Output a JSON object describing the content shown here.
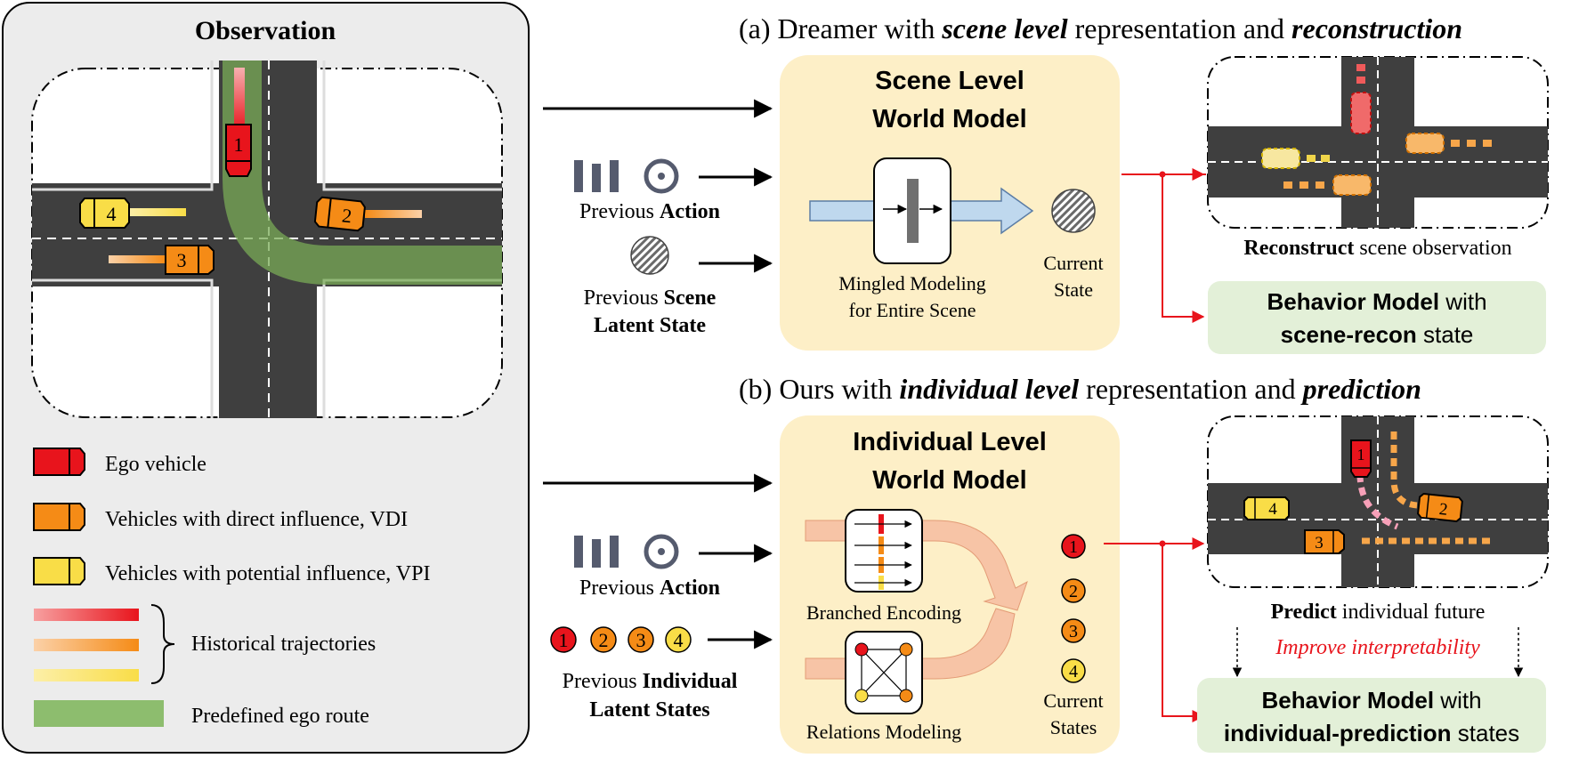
{
  "observation": {
    "title": "Observation",
    "vehicle_numbers": [
      "1",
      "2",
      "3",
      "4"
    ],
    "legend": {
      "ego": "Ego vehicle",
      "vdi": "Vehicles with direct influence, VDI",
      "vpi": "Vehicles with potential influence, VPI",
      "historical": "Historical trajectories",
      "route": "Predefined ego route"
    }
  },
  "colors": {
    "ego": "#e8141c",
    "vdi": "#f58b16",
    "vpi": "#f9dd47",
    "route": "#8dbd6e",
    "panel_bg": "#ececec",
    "model_box": "#fdefc7",
    "behavior_box": "#e3f0d8",
    "road": "#3f3f3f"
  },
  "section_a": {
    "heading_prefix": "(a) Dreamer with ",
    "heading_em1": "scene level",
    "heading_mid": " representation and ",
    "heading_em2": "reconstruction",
    "model_title_line1": "Scene Level",
    "model_title_line2": "World Model",
    "input_action_prefix": "Previous ",
    "input_action_bold": "Action",
    "input_state_prefix": "Previous ",
    "input_state_bold1": "Scene",
    "input_state_bold2": "Latent State",
    "caption_line1": "Mingled Modeling",
    "caption_line2": "for Entire Scene",
    "current_line1": "Current",
    "current_line2": "State",
    "output_bold": "Reconstruct",
    "output_rest": " scene observation",
    "behavior_bold1": "Behavior Model",
    "behavior_rest1": " with",
    "behavior_bold2": "scene-recon",
    "behavior_rest2": " state"
  },
  "section_b": {
    "heading_prefix": "(b) Ours with ",
    "heading_em1": "individual level",
    "heading_mid": " representation and ",
    "heading_em2": "prediction",
    "model_title_line1": "Individual Level",
    "model_title_line2": "World Model",
    "input_action_prefix": "Previous ",
    "input_action_bold": "Action",
    "input_state_prefix": "Previous ",
    "input_state_bold1": "Individual",
    "input_state_bold2": "Latent States",
    "branch_caption": "Branched Encoding",
    "relations_caption": "Relations Modeling",
    "current_line1": "Current",
    "current_line2": "States",
    "output_bold": "Predict",
    "output_rest": " individual future",
    "interpret": "Improve interpretability",
    "behavior_bold1": "Behavior Model",
    "behavior_rest1": " with",
    "behavior_bold2": "individual-prediction",
    "behavior_rest2": " states"
  }
}
